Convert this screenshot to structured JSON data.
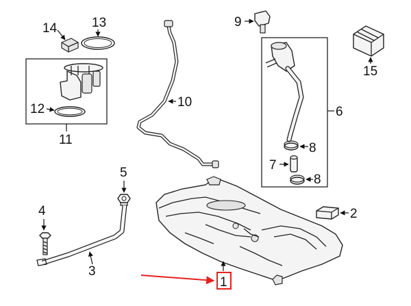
{
  "callouts": {
    "c1": "1",
    "c2": "2",
    "c3": "3",
    "c4": "4",
    "c5": "5",
    "c6": "6",
    "c7": "7",
    "c8a": "8",
    "c8b": "8",
    "c9": "9",
    "c10": "10",
    "c11": "11",
    "c12": "12",
    "c13": "13",
    "c14": "14",
    "c15": "15"
  },
  "colors": {
    "highlight": "#e8201c",
    "ink": "#222222"
  }
}
